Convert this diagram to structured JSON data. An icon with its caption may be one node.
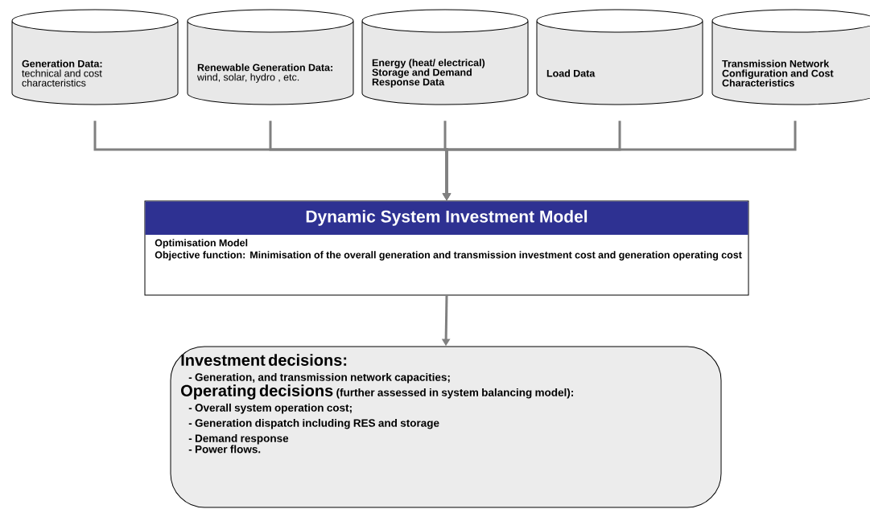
{
  "diagram": {
    "nodes": [
      {
        "text": [
          "Generation Data:",
          "technical and cost characteristics"
        ]
      },
      {
        "text": [
          "Renewable Generation Data:",
          "wind, solar, hydro , etc."
        ]
      },
      {
        "text": [
          "Energy (heat/ electrical) Storage and Demand Response Data"
        ]
      },
      {
        "text": [
          "Load Data"
        ]
      },
      {
        "text": [
          "Transmission Network Configuration and Cost Characteristics"
        ]
      },
      {
        "text": [
          "Dynamic System Investment Model",
          "Optimisation Model",
          "Objective function: Minimisation of the overall generation and transmission investment cost and generation operating cost"
        ]
      },
      {
        "text": [
          "Investment decisions:",
          "- Generation, and transmission network capacities;",
          "Operating decisions",
          "(further assessed in system balancing model):",
          "- Overall system operation cost;",
          "- Generation dispatch including RES and storage",
          "- Demand response",
          "- Power flows."
        ]
      }
    ],
    "edges": [
      {
        "from": 0,
        "to": 5,
        "arrow": "to"
      },
      {
        "from": 1,
        "to": 5,
        "arrow": "to"
      },
      {
        "from": 2,
        "to": 5,
        "arrow": "to"
      },
      {
        "from": 3,
        "to": 5,
        "arrow": "to"
      },
      {
        "from": 4,
        "to": 5,
        "arrow": "to"
      },
      {
        "from": 5,
        "to": 6,
        "arrow": "to"
      }
    ]
  }
}
